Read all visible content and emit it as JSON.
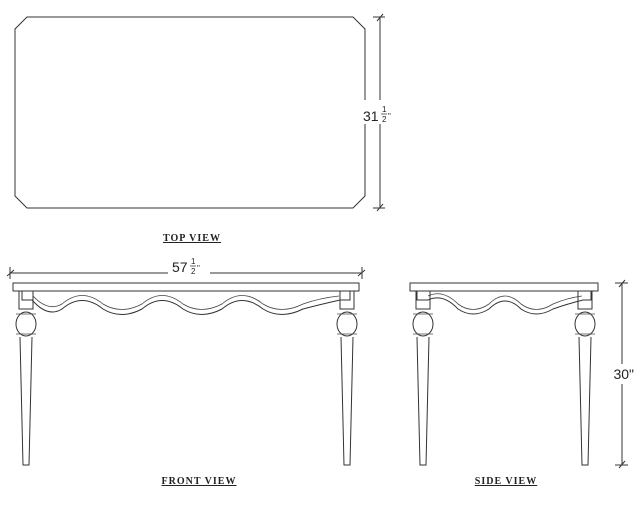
{
  "views": {
    "top": {
      "label": "TOP VIEW",
      "dimension": {
        "whole": "31",
        "numerator": "1",
        "denominator": "2",
        "unit": "\""
      }
    },
    "front": {
      "label": "FRONT VIEW",
      "dimension": {
        "whole": "57",
        "numerator": "1",
        "denominator": "2",
        "unit": "\""
      }
    },
    "side": {
      "label": "SIDE VIEW",
      "dimension": {
        "whole": "30\""
      }
    }
  },
  "colors": {
    "line": "#333333",
    "background": "#ffffff"
  }
}
